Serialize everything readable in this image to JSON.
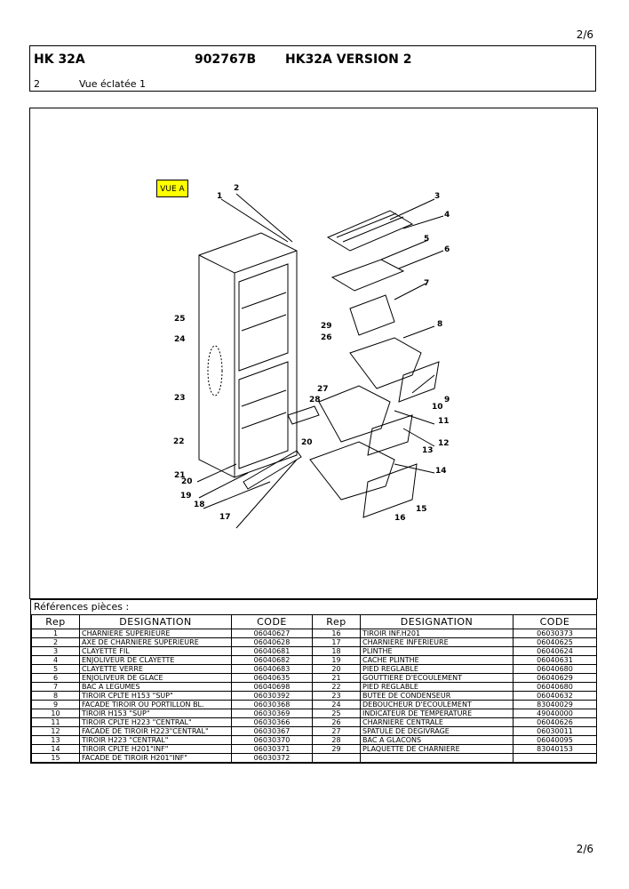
{
  "page": {
    "number_top": "2/6",
    "number_bottom": "2/6"
  },
  "header": {
    "model": "HK 32A",
    "code": "902767B",
    "version": "HK32A VERSION 2",
    "section_no": "2",
    "section_title": "Vue éclatée 1"
  },
  "figure": {
    "view_label": "VUE A",
    "callouts": [
      "1",
      "2",
      "3",
      "4",
      "5",
      "6",
      "7",
      "8",
      "9",
      "10",
      "11",
      "12",
      "13",
      "14",
      "15",
      "16",
      "17",
      "18",
      "19",
      "20",
      "20",
      "21",
      "22",
      "23",
      "24",
      "25",
      "26",
      "27",
      "28",
      "29"
    ]
  },
  "references": {
    "title": "Références pièces  :",
    "headers": [
      "Rep",
      "DESIGNATION",
      "CODE",
      "Rep",
      "DESIGNATION",
      "CODE"
    ],
    "rows": [
      [
        "1",
        "CHARNIERE SUPERIEURE",
        "06040627",
        "16",
        "TIROIR INF.H201",
        "06030373"
      ],
      [
        "2",
        "AXE DE CHARNIERE SUPERIEURE",
        "06040628",
        "17",
        "CHARNIERE INFERIEURE",
        "06040625"
      ],
      [
        "3",
        "CLAYETTE FIL",
        "06040681",
        "18",
        "PLINTHE",
        "06040624"
      ],
      [
        "4",
        "ENJOLIVEUR DE CLAYETTE",
        "06040682",
        "19",
        "CACHE PLINTHE",
        "06040631"
      ],
      [
        "5",
        "CLAYETTE VERRE",
        "06040683",
        "20",
        "PIED REGLABLE",
        "06040680"
      ],
      [
        "6",
        "ENJOLIVEUR DE GLACE",
        "06040635",
        "21",
        "GOUTTIERE D'ECOULEMENT",
        "06040629"
      ],
      [
        "7",
        "BAC A LEGUMES",
        "06040698",
        "22",
        "PIED REGLABLE",
        "06040680"
      ],
      [
        "8",
        "TIROIR CPLTE H153 \"SUP\"",
        "06030392",
        "23",
        "BUTEE DE CONDENSEUR",
        "06040632"
      ],
      [
        "9",
        "FACADE TIROIR OU PORTILLON BL.",
        "06030368",
        "24",
        "DEBOUCHEUR D'ECOULEMENT",
        "83040029"
      ],
      [
        "10",
        "TIROIR H153 \"SUP\"",
        "06030369",
        "25",
        "INDICATEUR DE TEMPERATURE",
        "49040000"
      ],
      [
        "11",
        "TIROIR CPLTE H223 \"CENTRAL\"",
        "06030366",
        "26",
        "CHARNIERE CENTRALE",
        "06040626"
      ],
      [
        "12",
        "FACADE DE TIROIR H223\"CENTRAL\"",
        "06030367",
        "27",
        "SPATULE DE DEGIVRAGE",
        "06030011"
      ],
      [
        "13",
        "TIROIR H223 \"CENTRAL\"",
        "06030370",
        "28",
        "BAC A GLACONS",
        "06040095"
      ],
      [
        "14",
        "TIROIR CPLTE H201\"INF\"",
        "06030371",
        "29",
        "PLAQUETTE DE CHARNIERE",
        "83040153"
      ],
      [
        "15",
        "FACADE DE TIROIR H201\"INF\"",
        "06030372",
        "",
        "",
        " "
      ]
    ]
  }
}
